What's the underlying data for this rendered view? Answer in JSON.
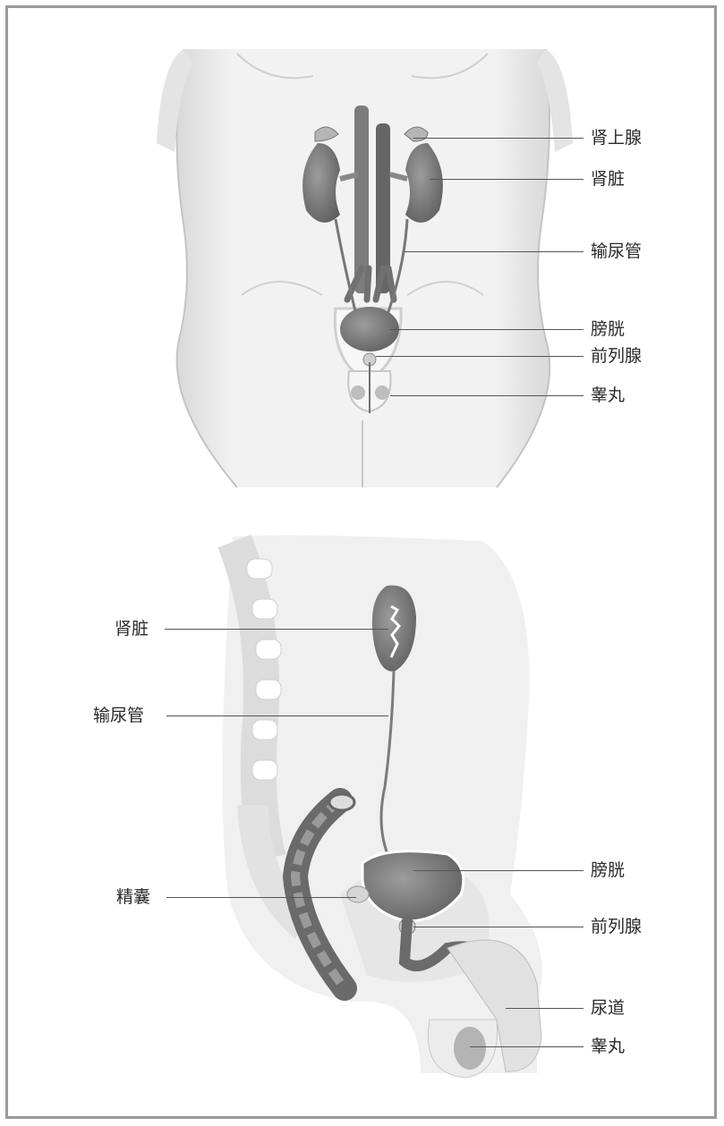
{
  "front_view": {
    "labels": {
      "adrenal_gland": "肾上腺",
      "kidney": "肾脏",
      "ureter": "输尿管",
      "bladder": "膀胱",
      "prostate": "前列腺",
      "testis": "睾丸"
    }
  },
  "side_view": {
    "labels": {
      "kidney": "肾脏",
      "ureter": "输尿管",
      "seminal_vesicle": "精囊",
      "bladder": "膀胱",
      "prostate": "前列腺",
      "urethra": "尿道",
      "testis": "睾丸"
    }
  },
  "colors": {
    "organ": "#8a8a8a",
    "organ_dark": "#6e6e6e",
    "body": "#ededed",
    "body_shade": "#d8d8d8",
    "leader": "#555555",
    "frame": "#9a9a9a"
  }
}
